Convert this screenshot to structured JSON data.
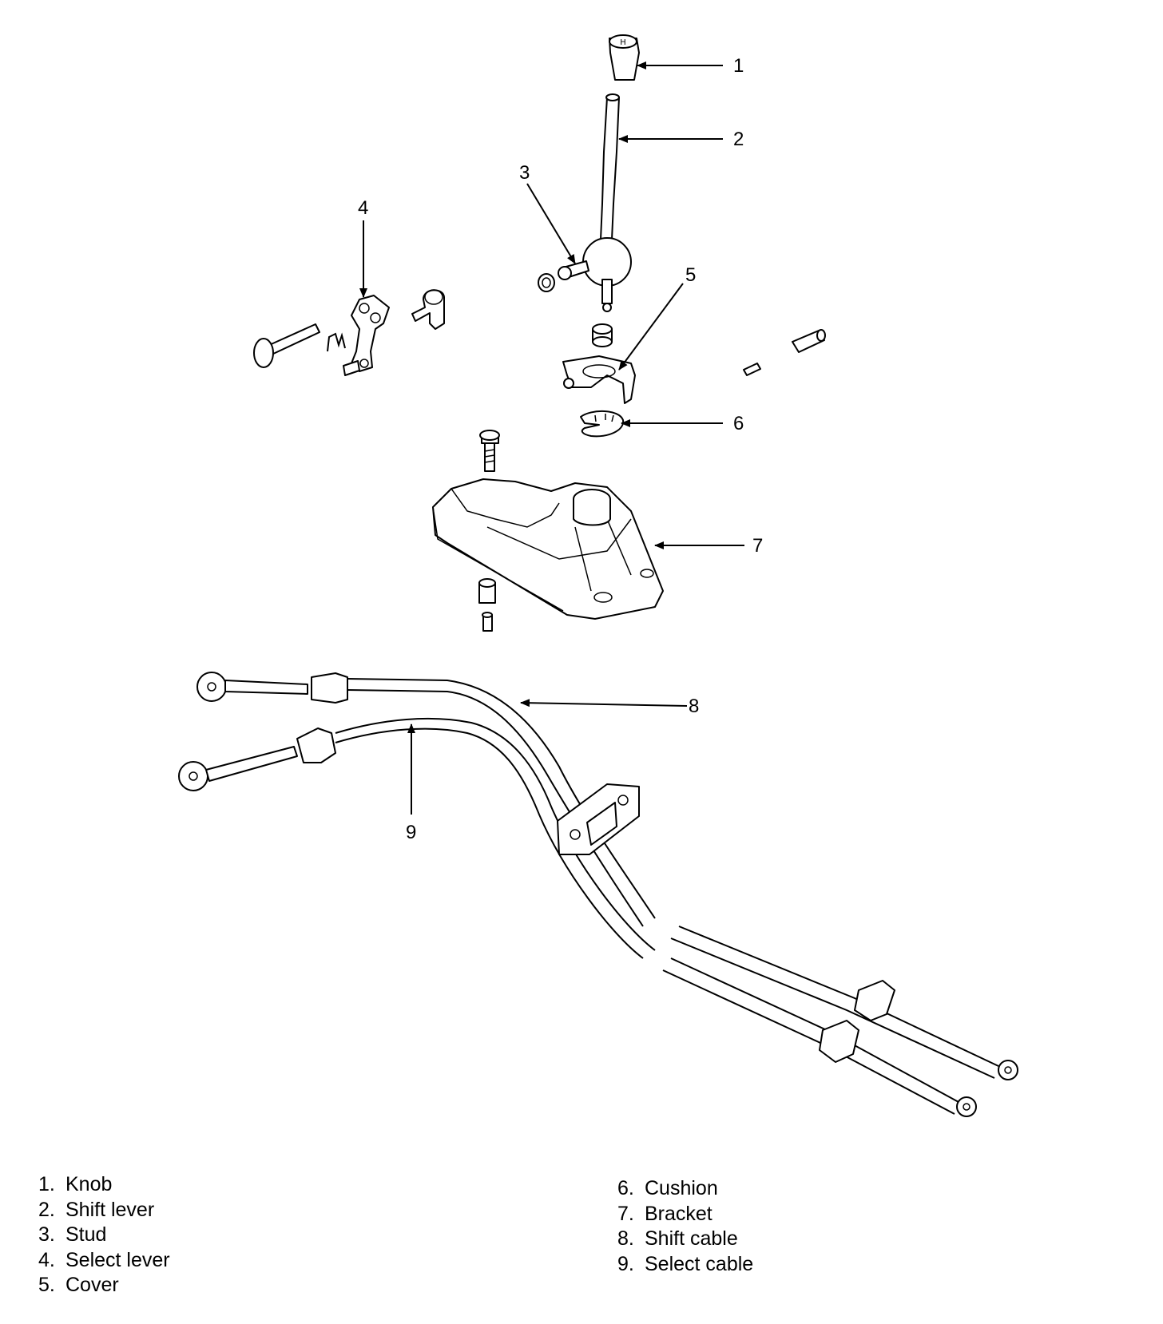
{
  "callouts": [
    {
      "id": "1",
      "label": "1"
    },
    {
      "id": "2",
      "label": "2"
    },
    {
      "id": "3",
      "label": "3"
    },
    {
      "id": "4",
      "label": "4"
    },
    {
      "id": "5",
      "label": "5"
    },
    {
      "id": "6",
      "label": "6"
    },
    {
      "id": "7",
      "label": "7"
    },
    {
      "id": "8",
      "label": "8"
    },
    {
      "id": "9",
      "label": "9"
    }
  ],
  "legend": {
    "left": [
      {
        "num": "1.",
        "name": "Knob"
      },
      {
        "num": "2.",
        "name": "Shift lever"
      },
      {
        "num": "3.",
        "name": "Stud"
      },
      {
        "num": "4.",
        "name": "Select lever"
      },
      {
        "num": "5.",
        "name": "Cover"
      }
    ],
    "right": [
      {
        "num": "6.",
        "name": "Cushion"
      },
      {
        "num": "7.",
        "name": "Bracket"
      },
      {
        "num": "8.",
        "name": "Shift cable"
      },
      {
        "num": "9.",
        "name": "Select cable"
      }
    ]
  }
}
